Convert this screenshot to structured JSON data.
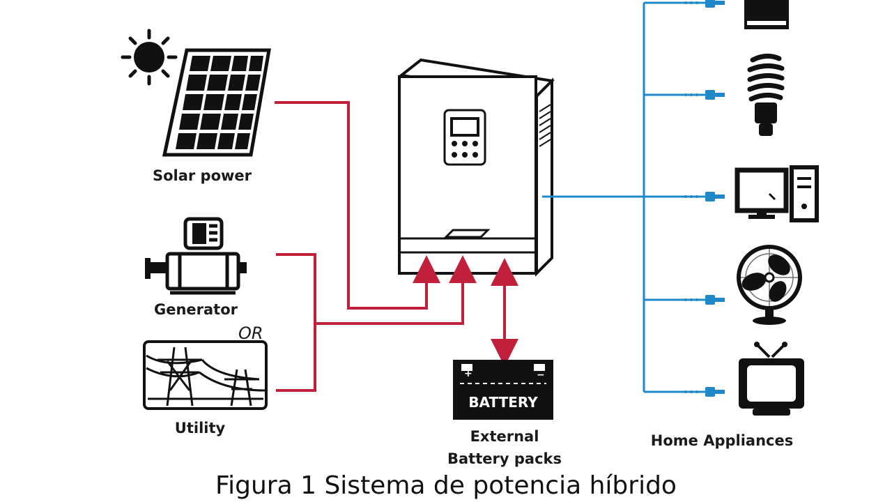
{
  "labels": {
    "solar": "Solar power",
    "generator": "Generator",
    "or": "OR",
    "utility": "Utility",
    "battery_box": "BATTERY",
    "battery_line1": "External",
    "battery_line2": "Battery packs",
    "appliances": "Home Appliances"
  },
  "caption": "Figura 1 Sistema de potencia híbrido",
  "icons": {
    "sun": "sun-icon",
    "solar_panel": "solar-panel-icon",
    "generator": "generator-icon",
    "utility": "power-tower-icon",
    "inverter": "inverter-icon",
    "battery": "battery-icon",
    "appliances": [
      "appliance-icon",
      "light-bulb-icon",
      "computer-icon",
      "fan-icon",
      "tv-icon"
    ]
  },
  "colors": {
    "input_line": "#c0203a",
    "output_line": "#1e88c8",
    "ink": "#1a1a1a"
  }
}
